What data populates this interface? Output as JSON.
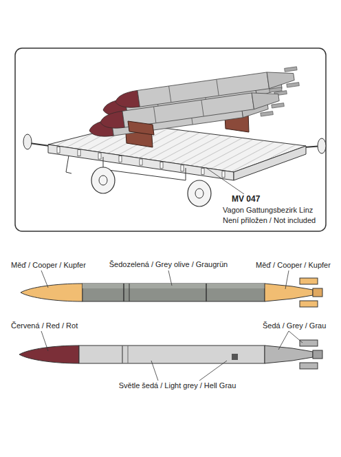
{
  "diagram": {
    "labels": [
      "MV 047",
      "Vagon Gattungsbezirk Linz",
      "Není přiložen / Not included",
      "Šedozelená / Grey olive / Graugrün",
      "Měď / Cooper / Kupfer",
      "Měď / Cooper / Kupfer",
      "Červená / Red / Rot",
      "Šedá / Grey / Grau",
      "Světle šedá / Light grey / Hell Grau"
    ]
  }
}
